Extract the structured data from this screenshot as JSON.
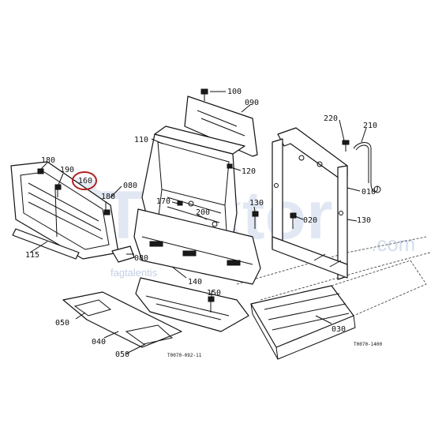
{
  "watermark": {
    "brand": "Traktor",
    "suffix": ".com",
    "tagline": "fagtalentis"
  },
  "callouts": [
    {
      "id": "c100",
      "text": "100"
    },
    {
      "id": "c090",
      "text": "090"
    },
    {
      "id": "c110",
      "text": "110"
    },
    {
      "id": "c120",
      "text": "120"
    },
    {
      "id": "c220",
      "text": "220"
    },
    {
      "id": "c210",
      "text": "210"
    },
    {
      "id": "c010",
      "text": "010"
    },
    {
      "id": "c180a",
      "text": "180"
    },
    {
      "id": "c190",
      "text": "190"
    },
    {
      "id": "c160",
      "text": "160"
    },
    {
      "id": "c080a",
      "text": "080"
    },
    {
      "id": "c170",
      "text": "170"
    },
    {
      "id": "c200",
      "text": "200"
    },
    {
      "id": "c130a",
      "text": "130"
    },
    {
      "id": "c020",
      "text": "020"
    },
    {
      "id": "c130b",
      "text": "130"
    },
    {
      "id": "c180b",
      "text": "180"
    },
    {
      "id": "c115",
      "text": "115"
    },
    {
      "id": "c080b",
      "text": "080"
    },
    {
      "id": "c140",
      "text": "140"
    },
    {
      "id": "c150",
      "text": "150"
    },
    {
      "id": "c050a",
      "text": "050"
    },
    {
      "id": "c040",
      "text": "040"
    },
    {
      "id": "c050b",
      "text": "050"
    },
    {
      "id": "c030",
      "text": "030"
    }
  ],
  "figure_codes": {
    "main": "T0070-092-11",
    "frame": "T0070-1400"
  },
  "highlight_color": "#b22222"
}
